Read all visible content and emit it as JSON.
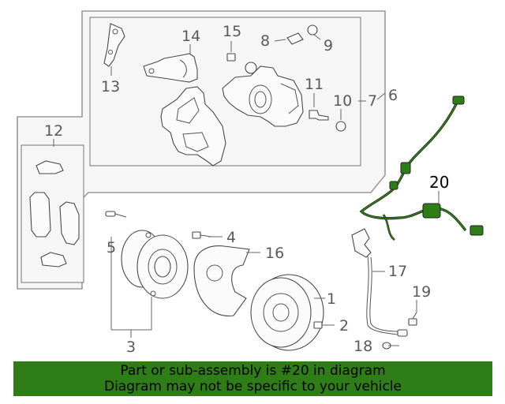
{
  "diagram": {
    "callouts": {
      "c1": "1",
      "c2": "2",
      "c3": "3",
      "c4": "4",
      "c5": "5",
      "c6": "6",
      "c7": "7",
      "c8": "8",
      "c9": "9",
      "c10": "10",
      "c11": "11",
      "c12": "12",
      "c13": "13",
      "c14": "14",
      "c15": "15",
      "c16": "16",
      "c17": "17",
      "c18": "18",
      "c19": "19",
      "c20": "20"
    },
    "highlight_color": "#2e7d16"
  },
  "footer": {
    "line1": "Part or sub-assembly is #20 in diagram",
    "line2": "Diagram may not be specific to your vehicle",
    "background": "#2e7d16"
  }
}
